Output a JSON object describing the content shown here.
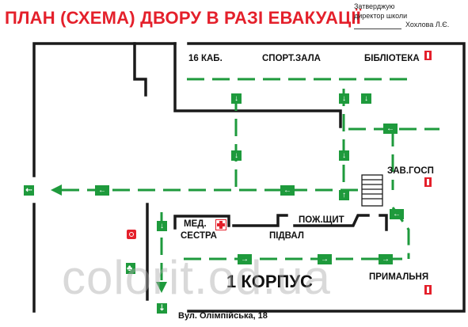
{
  "title": "ПЛАН (СХЕМА) ДВОРУ В РАЗІ ЕВАКУАЦІЇ",
  "approval": {
    "line1": "Затверджую",
    "line2": "директор школи",
    "signatory": "Хохлова Л.Є."
  },
  "rooms": {
    "room16": "16 КАБ.",
    "gym": "СПОРТ.ЗАЛА",
    "library": "БІБЛІОТЕКА",
    "facilities": "ЗАВ.ГОСП",
    "medical_line1": "МЕД.",
    "medical_line2": "СЕСТРА",
    "basement": "ПІДВАЛ",
    "fire_panel": "ПОЖ.ЩИТ",
    "reception": "ПРИМАЛЬНЯ"
  },
  "building": "1 КОРПУС",
  "street": "Вул. Олімпійська, 18",
  "watermark": "colorit.od.ua",
  "colors": {
    "title_red": "#e4202b",
    "route_green": "#1e9a3c",
    "wall": "#1a1a1a"
  },
  "icons": [
    "exit-sign-icon",
    "fire-extinguisher-icon",
    "first-aid-icon",
    "fire-alarm-icon",
    "assembly-point-icon",
    "stairs-icon"
  ]
}
